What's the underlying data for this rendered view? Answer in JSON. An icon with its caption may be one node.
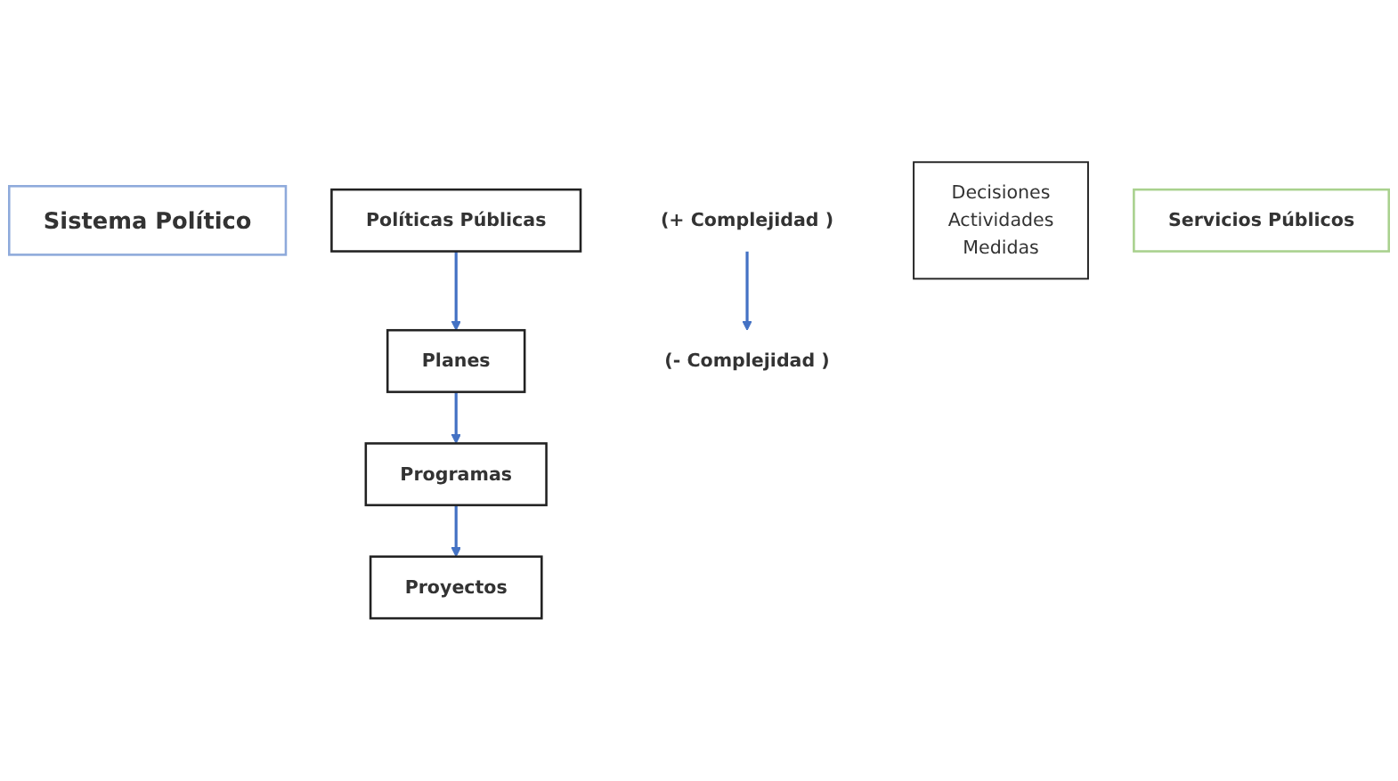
{
  "diagram": {
    "nodes": [
      {
        "text": [
          "Sistema Político"
        ]
      },
      {
        "text": [
          "Políticas Públicas"
        ]
      },
      {
        "text": [
          "(+ Complejidad )"
        ]
      },
      {
        "text": [
          "Planes"
        ]
      },
      {
        "text": [
          "Decisiones",
          "Actividades",
          "Medidas"
        ]
      },
      {
        "text": [
          "(- Complejidad )"
        ]
      },
      {
        "text": [
          "Programas"
        ]
      },
      {
        "text": [
          "Proyectos"
        ]
      },
      {
        "text": [
          "Servicios Públicos"
        ]
      }
    ],
    "edges": [
      {
        "from": 1,
        "to": 3,
        "arrow": "to",
        "color": "#4472c4"
      },
      {
        "from": 3,
        "to": 6,
        "arrow": "to",
        "color": "#4472c4"
      },
      {
        "from": 6,
        "to": 7,
        "arrow": "to",
        "color": "#4472c4"
      },
      {
        "from": 2,
        "to": 5,
        "arrow": "to",
        "color": "#4472c4"
      }
    ]
  }
}
